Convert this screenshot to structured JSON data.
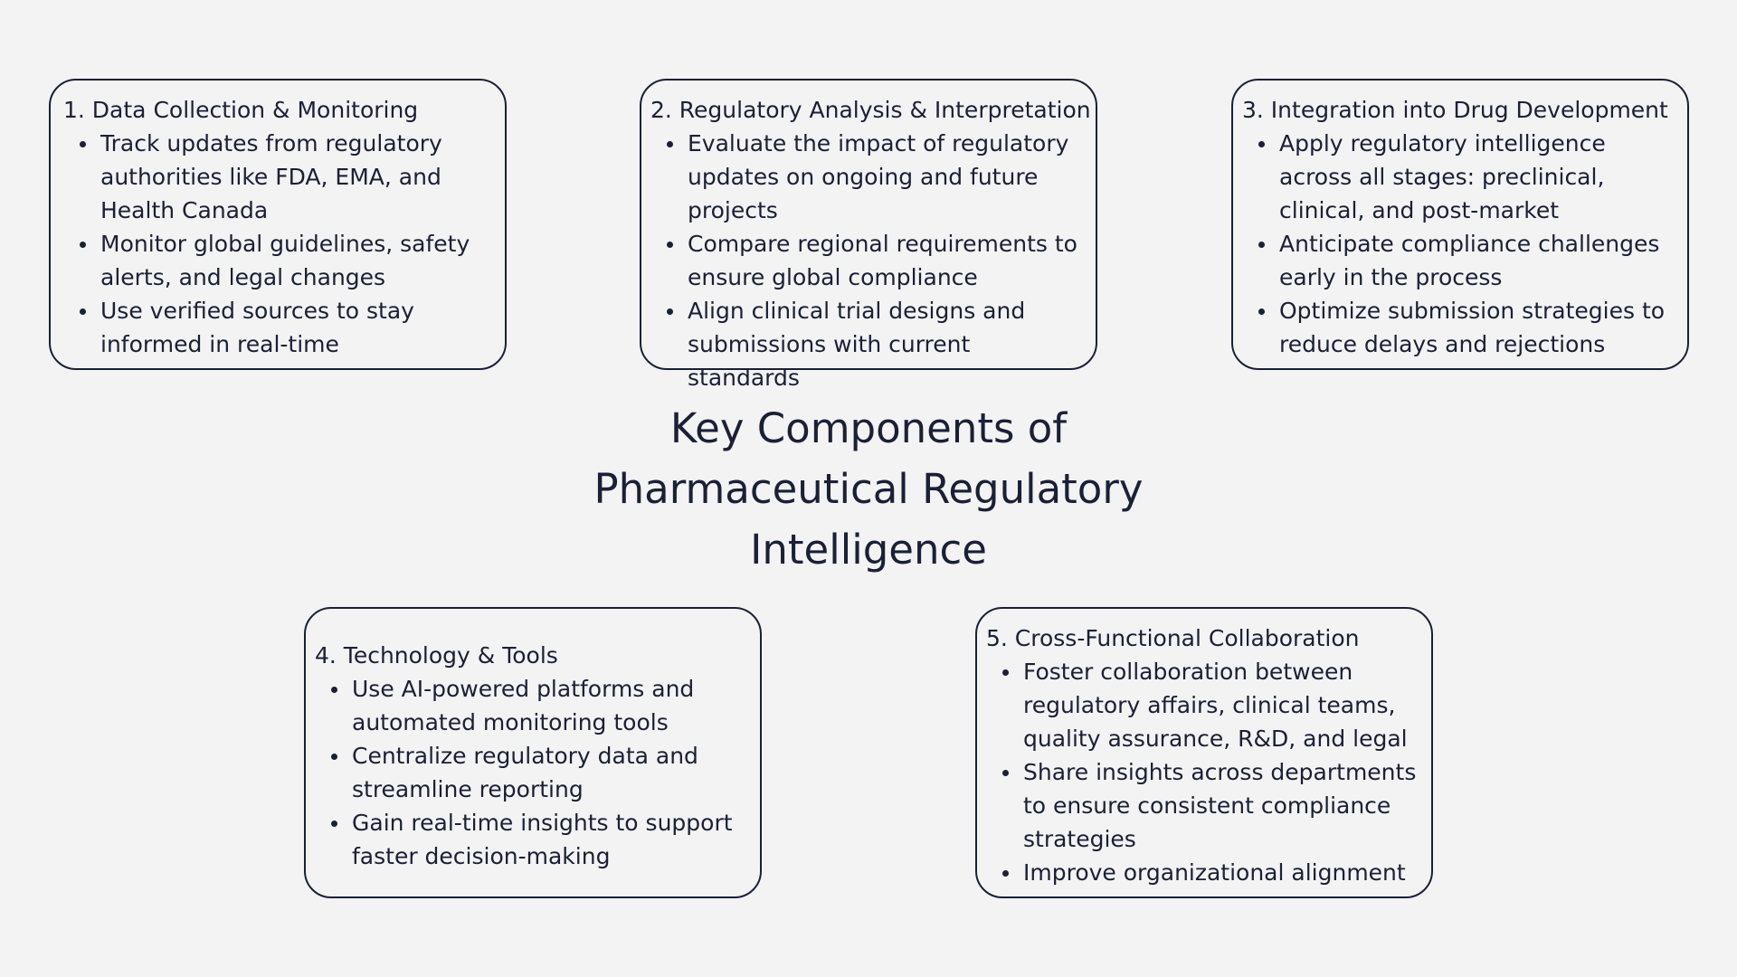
{
  "title": {
    "line1": "Key Components of",
    "line2": "Pharmaceutical Regulatory",
    "line3": "Intelligence"
  },
  "components": [
    {
      "title": "1. Data Collection & Monitoring",
      "items": [
        "Track updates from regulatory authorities like FDA, EMA, and Health Canada",
        "Monitor global guidelines, safety alerts, and legal changes",
        "Use verified sources to stay informed in real-time"
      ]
    },
    {
      "title": "2. Regulatory Analysis & Interpretation",
      "items": [
        "Evaluate the impact of regulatory updates on ongoing and future projects",
        "Compare regional requirements to ensure global compliance",
        "Align clinical trial designs and submissions with current standards"
      ]
    },
    {
      "title": "3. Integration into Drug Development",
      "items": [
        "Apply regulatory intelligence across all stages: preclinical, clinical, and post-market",
        "Anticipate compliance challenges early in the process",
        "Optimize submission strategies to reduce delays and rejections"
      ]
    },
    {
      "title": "4. Technology & Tools",
      "items": [
        "Use AI-powered platforms and automated monitoring tools",
        "Centralize regulatory data and streamline reporting",
        "Gain real-time insights to support faster decision-making"
      ]
    },
    {
      "title": "5. Cross-Functional Collaboration",
      "items": [
        "Foster collaboration between regulatory affairs, clinical teams, quality assurance, R&D, and legal",
        "Share insights across departments to ensure consistent compliance strategies",
        "Improve organizational alignment"
      ]
    }
  ]
}
